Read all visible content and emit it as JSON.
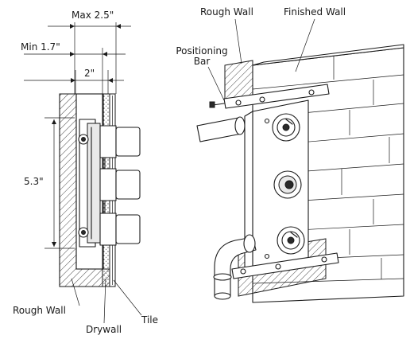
{
  "left_diagram": {
    "dim_max": "Max 2.5\"",
    "dim_min": "Min 1.7\"",
    "dim_width": "2\"",
    "dim_height": "5.3\"",
    "callout_rough_wall": "Rough Wall",
    "callout_drywall": "Drywall",
    "callout_tile": "Tile"
  },
  "right_diagram": {
    "callout_rough_wall": "Rough Wall",
    "callout_finished_wall": "Finished Wall",
    "callout_positioning_bar": [
      "Positioning",
      "Bar"
    ]
  }
}
